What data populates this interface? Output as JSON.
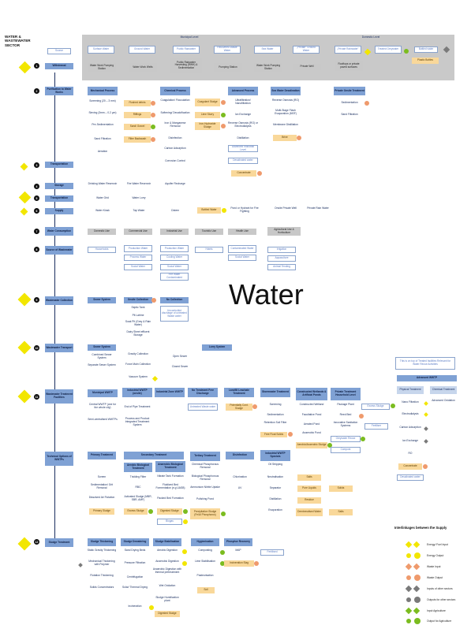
{
  "sector_title": "WATER & WASTEWATER SECTOR",
  "watermark": "Water",
  "header": {
    "municipal": "Municipal Level",
    "domestic": "Domestic Level",
    "source": "Source",
    "sources": [
      "Surface Water",
      "Ground Water",
      "Public Rainwater",
      "Recovered Waste Water",
      "Sea Water",
      "„Private\" Ground Water",
      "„Private Rainwater\"",
      "Treated Greywater",
      "Bottled water"
    ]
  },
  "stages": [
    {
      "num": "1",
      "label": "Withdrawal"
    },
    {
      "num": "2",
      "label": "Purification to Water Works"
    },
    {
      "num": "3",
      "label": "Transportation"
    },
    {
      "num": "4",
      "label": "Storage"
    },
    {
      "num": "5",
      "label": "Transportation"
    },
    {
      "num": "6",
      "label": "Supply"
    },
    {
      "num": "7",
      "label": "Water Consumption"
    },
    {
      "num": "8",
      "label": "Source of Wastewater"
    },
    {
      "num": "9",
      "label": "Wastewater Collection"
    },
    {
      "num": "10",
      "label": "Wastewater Transport"
    },
    {
      "num": "11",
      "label": "Wastewater Treatment Facilities"
    },
    {
      "num": "",
      "label": "Technical Options of WWTPs"
    },
    {
      "num": "12",
      "label": "Sludge Treatment"
    }
  ],
  "withdrawal": [
    "Water Work Pumping Station",
    "Water Work Wells",
    "Public Rainwater Harvesting (RWH) & Sedimentation",
    "Pumping Station",
    "Water Work Pumping Station",
    "Private Well",
    "Rooftops or private paved surfaces",
    "Plastic Bottles"
  ],
  "purification": {
    "headers": [
      "Mechanical Process",
      "Chemical Process",
      "Advanced Process",
      "Sea Water Desalination",
      "Private Onsite Treatment"
    ],
    "mechanical": [
      "Screening (20 – 3 mm)",
      "Sieving (3mm – 0.2 µm)",
      "Pre-Sedimentation",
      "Sand Filtration",
      "Aeration"
    ],
    "mech_waste": [
      "Flushed debris",
      "Riffings",
      "Sand/ Gravel",
      "Filter Backwash"
    ],
    "chemical": [
      "Coagulation/ Flocculation",
      "Softening/ Decalcification",
      "Iron & Manganese Removal",
      "Disinfection",
      "Carbon Adsorption",
      "Corrosion Control"
    ],
    "chem_waste": [
      "Coagulant Sludge",
      "Lime Slurry",
      "Iron-Hydroxide Sludge"
    ],
    "advanced": [
      "Ultrafiltration/ Nanofiltration",
      "Ion Exchange",
      "Reverse Osmosis (RO) or Electrodialysis",
      "Distillation",
      "Advanced Industrial Level",
      "Desalinated water",
      "Concentrate"
    ],
    "desal": [
      "Reverse Osmosis (RO)",
      "Multi-Stage Flash Evaporation (MSF)",
      "Membrane Distillation",
      "Brine"
    ],
    "private": [
      "Sedimentation",
      "Sand Filtration"
    ]
  },
  "storage": [
    "Drinking Water Reservoir",
    "Fire Water Reservoir",
    "Aquifer Recharge"
  ],
  "transport5": [
    "Water Grid",
    "Water Lorry"
  ],
  "supply": [
    "Water Kiosk",
    "Tap Water",
    "Cistern",
    "Bottled Water",
    "Pond or Hydrant for Fire Fighting",
    "Onsite Private Well",
    "Private Rain Water"
  ],
  "consumption": [
    "Domestic Use",
    "Commercial Use",
    "Industrial Use",
    "Touristic Use",
    "Health Use",
    "Agricultural Use & Horticulture"
  ],
  "wastewater_sources": [
    "Households",
    "Production Water",
    "Process Water",
    "Social Water",
    "Production Water",
    "Cooling Water",
    "Social Water",
    "Fire Water Contaminated",
    "Hotels",
    "Contaminated Water",
    "Social Water",
    "Irrigation",
    "Aquaculture",
    "Animal Tending"
  ],
  "collection": [
    "Sewer System",
    "Onsite Collection",
    "Septic Tank",
    "Pit Latrine",
    "Soak Pit (Grey & Rain Water)",
    "Dairy Sheet effluent Storage",
    "No Collection",
    "Uncontrolled discharge of untreated Waste water"
  ],
  "wastewater_transport": [
    "Sewer System",
    "Combined Sewer System",
    "Separate Sewer System",
    "Gravity Collection",
    "Force Main Collection",
    "Vacuum System",
    "Open Sewer",
    "Closed Sewer",
    "Lorry System"
  ],
  "reuse_note": "This is on top of Treated facilities Relevant for Water Reuse Activities",
  "treatment_facilities": {
    "headers": [
      "Municipal WWTP",
      "Industrial WWTP (onsite)",
      "Industrial Zone WWTP",
      "No Treatment Free Discharge",
      "Landfill Leachate Treatment",
      "Stormwater Treatment",
      "Constructed Wetlands & Artificial Ponds",
      "Private Treatment Household Level"
    ],
    "items": [
      "Central WWTP (one for the whole city)",
      "Semi-centralised WWTPs",
      "End of Pipe Treatment",
      "Process and Product Integrated Treatment System",
      "Untreated Waste water",
      "Potentially Cont. Sludge",
      "Screening",
      "Sedimentation",
      "Retention Soil Filter",
      "Free Float Solids",
      "Constructed Wetland",
      "Facultative Pond",
      "Aerated Pond",
      "Anaerobic Pond",
      "Aerobic/Anaerobic Sludge",
      "Package Plant",
      "Reed Bed",
      "Innovative Sanitation Systems",
      "Greywater Reuse",
      "Compost",
      "Excess Sludge",
      "Fertiliser"
    ],
    "advanced": [
      "Advanced WWTP",
      "Physical Treatment",
      "Chemical Treatment",
      "Nano Filtration",
      "Advanced Oxidation",
      "Electrodialysis",
      "Carbon Adsorption",
      "Ion Exchange",
      "RO",
      "Concentrate",
      "Desalinated water"
    ]
  },
  "technical_options": {
    "headers": [
      "Primary Treatment",
      "Secondary Treatment",
      "Tertiary Treatment",
      "Disinfection",
      "Industrial WWTP Specials"
    ],
    "items": [
      "Screen",
      "Sedimentation/ Grit Removal",
      "Dissolved Air Flotation",
      "Primary Sludge",
      "Aerobic Biological Treatment",
      "Anaerobic Biological Treatment",
      "Trickling Filter",
      "RBC",
      "Activated Sludge (MBR, SBR, AMF)",
      "Excess Sludge",
      "Nitrate Tank Formation",
      "Fluidized Bed Formentation (e.g UASB)",
      "Packed Bed Formation",
      "Digested Sludge",
      "Biogas",
      "Chemical Phosphorous Removal",
      "Biological Phosphorous Removal",
      "Ammonium Nitrite Uptake",
      "Polishing Pond",
      "Precipitation Sludge (Fe/Al Phosphorus)",
      "Chlorination",
      "UV",
      "Oil Stripping",
      "Neutralisation",
      "Separator",
      "Distillation",
      "Evaporation",
      "Salts",
      "Pure Liquids",
      "Solids",
      "Residue",
      "Demineralised Water",
      "Salts"
    ]
  },
  "sludge": {
    "headers": [
      "Sludge Thickening",
      "Sludge Dewatering",
      "Sludge Stabilisation",
      "Hygienisation",
      "Phosphor Recovery"
    ],
    "items": [
      "Static Gravity Thickening",
      "Mechanical Thickening with Polymer",
      "Flotation Thickening",
      "Solids Concentrators",
      "Sand Drying Beds",
      "Pressure Filtration",
      "Centrifugation",
      "Solar/ Thermal Drying",
      "Aerobic Digestion",
      "Anaerobic Digestion",
      "Anaerobic Digestion with thermal pretreatment",
      "Wet Oxidation",
      "Sludge Humification plant",
      "Digested Sludge",
      "Incineration",
      "Composting",
      "Lime Stabilisation",
      "Pasteurisation",
      "MAP",
      "Incineration Slag",
      "Fertilised",
      "Soil"
    ]
  },
  "legend": {
    "title": "Interlinkages between the Supply",
    "items": [
      "Energy/ Fuel Input",
      "Energy Output",
      "Waste Input",
      "Waste Output",
      "Inputs of other sectors",
      "Outputs for other sectors",
      "Input Agriculture",
      "Output for Agriculture"
    ],
    "colors": {
      "energy": "#f2e600",
      "waste": "#ef9a6c",
      "other": "#7a7a7a",
      "agri": "#7bbc1f"
    }
  }
}
